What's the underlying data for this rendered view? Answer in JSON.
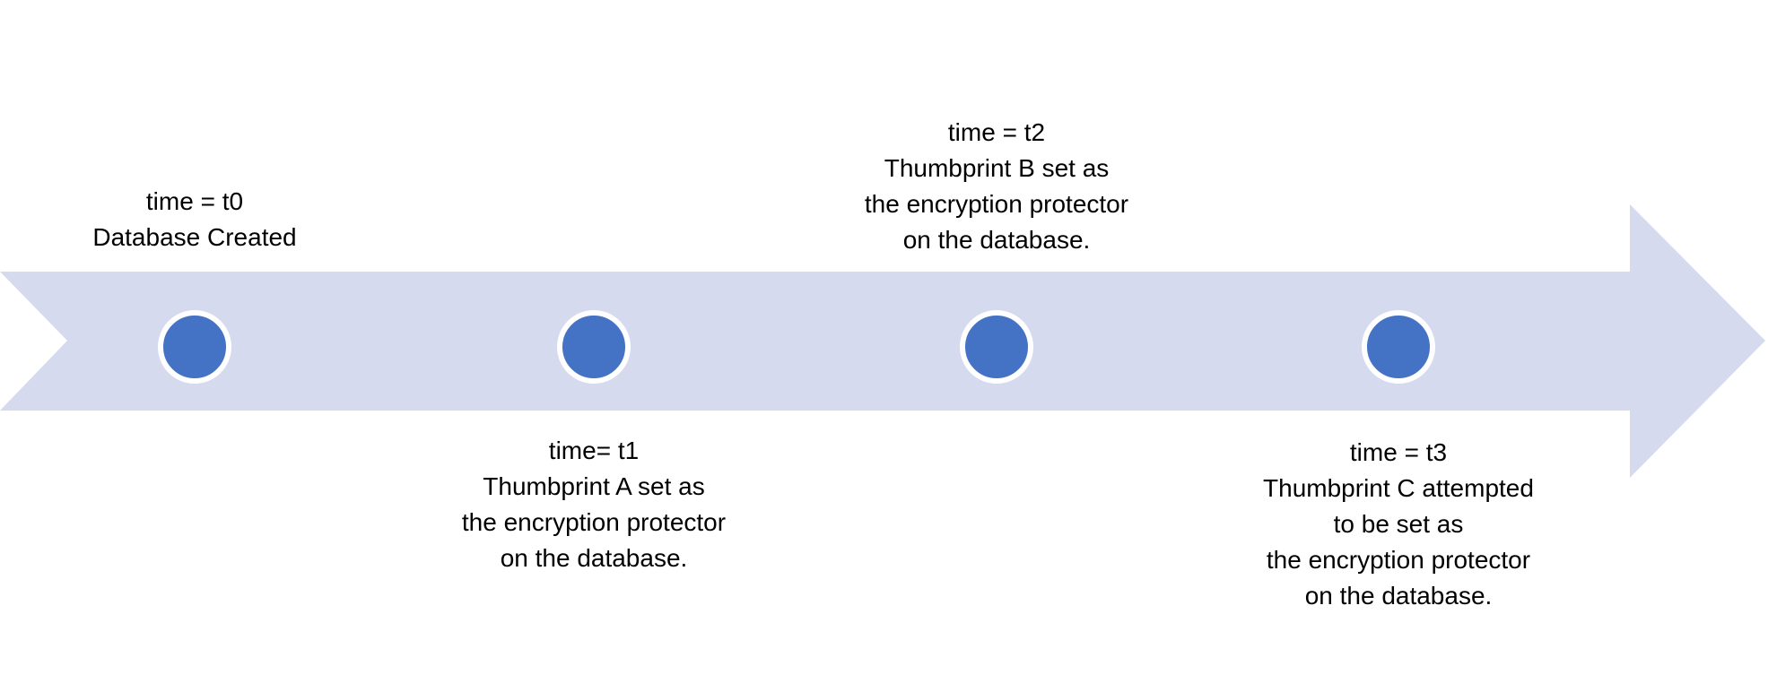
{
  "diagram": {
    "type": "timeline",
    "events": [
      {
        "text": "time = t0\nDatabase Created"
      },
      {
        "text": "time= t1\nThumbprint A set as\nthe encryption protector\non the database."
      },
      {
        "text": "time = t2\nThumbprint B set as\nthe encryption protector\non the database."
      },
      {
        "text": "time = t3\nThumbprint C attempted\nto be set as\nthe encryption protector\non the database."
      }
    ]
  },
  "theme": {
    "arrow-band-color": "#d6daee",
    "dot-fill-color": "#4472c4",
    "dot-ring-color": "#ffffff",
    "canvas-color": "#ffffff",
    "text-color": "#000000"
  }
}
